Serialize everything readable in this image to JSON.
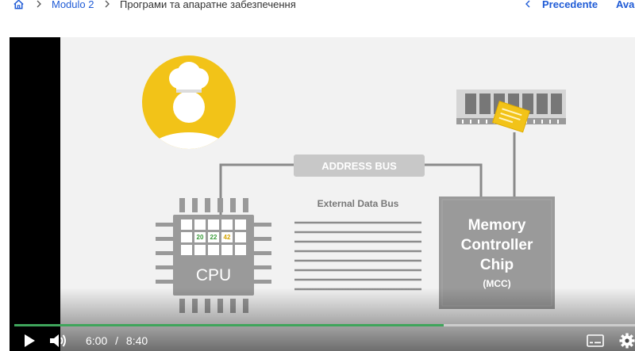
{
  "breadcrumb": {
    "module": "Modulo 2",
    "page": "Програми та апаратне забезпечення"
  },
  "nav": {
    "previous_label": "Precedente",
    "next_label": "Avanti"
  },
  "diagram": {
    "address_bus": "ADDRESS BUS",
    "external_data_bus": "External Data Bus",
    "cpu": "CPU",
    "register_values": [
      "20",
      "22",
      "42"
    ],
    "mcc_line1": "Memory",
    "mcc_line2": "Controller",
    "mcc_line3": "Chip",
    "mcc_abbr": "(MCC)"
  },
  "player": {
    "current_time": "6:00",
    "separator": "/",
    "duration": "8:40",
    "progress_fraction": 0.692
  },
  "colors": {
    "link_blue": "#1f5bd6",
    "progress_green": "#3fa55b",
    "chef_yellow": "#f2c318",
    "chip_gray": "#9a9a9a"
  }
}
